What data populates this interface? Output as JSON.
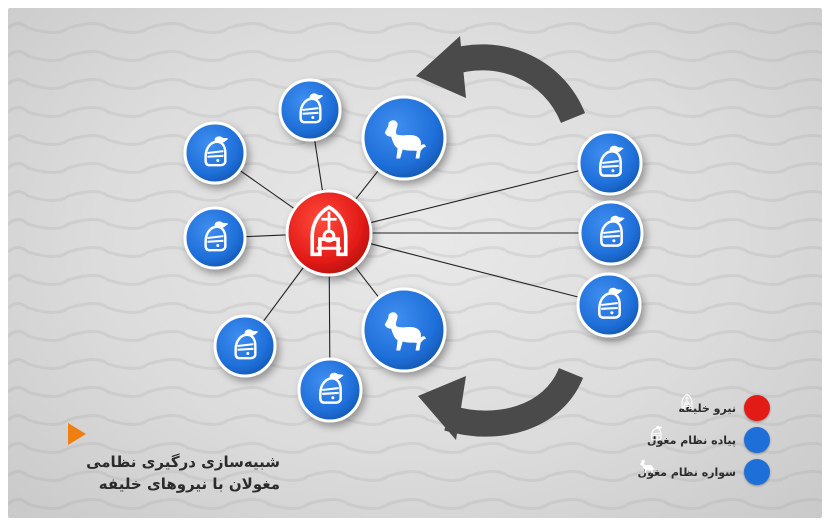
{
  "colors": {
    "mongol_blue": "#1f6fd9",
    "caliph_red": "#e31b17",
    "arrow_gray": "#4a4a4a",
    "caption_marker": "#f07f12"
  },
  "caption": {
    "line1": "شبیه‌سازی  درگیری نظامی",
    "line2": "مغولان با نیروهای خلیفه"
  },
  "legend": [
    {
      "label": "نیرو خلیفه",
      "icon": "helmet-crest-icon",
      "color": "#e31b17"
    },
    {
      "label": "پیاده نظام مغول",
      "icon": "knight-helmet-icon",
      "color": "#1f6fd9"
    },
    {
      "label": "سواره نظام مغول",
      "icon": "horse-icon",
      "color": "#1f6fd9"
    }
  ],
  "diagram": {
    "center": {
      "name": "caliph-force",
      "icon": "helmet-crest-icon"
    },
    "units": [
      {
        "type": "infantry",
        "icon": "knight-helmet-icon"
      },
      {
        "type": "infantry",
        "icon": "knight-helmet-icon"
      },
      {
        "type": "infantry",
        "icon": "knight-helmet-icon"
      },
      {
        "type": "infantry",
        "icon": "knight-helmet-icon"
      },
      {
        "type": "infantry",
        "icon": "knight-helmet-icon"
      },
      {
        "type": "cavalry",
        "icon": "horse-icon"
      },
      {
        "type": "cavalry",
        "icon": "horse-icon"
      },
      {
        "type": "infantry",
        "icon": "knight-helmet-icon"
      },
      {
        "type": "infantry",
        "icon": "knight-helmet-icon"
      },
      {
        "type": "infantry",
        "icon": "knight-helmet-icon"
      }
    ],
    "flow_arrows": 2
  }
}
